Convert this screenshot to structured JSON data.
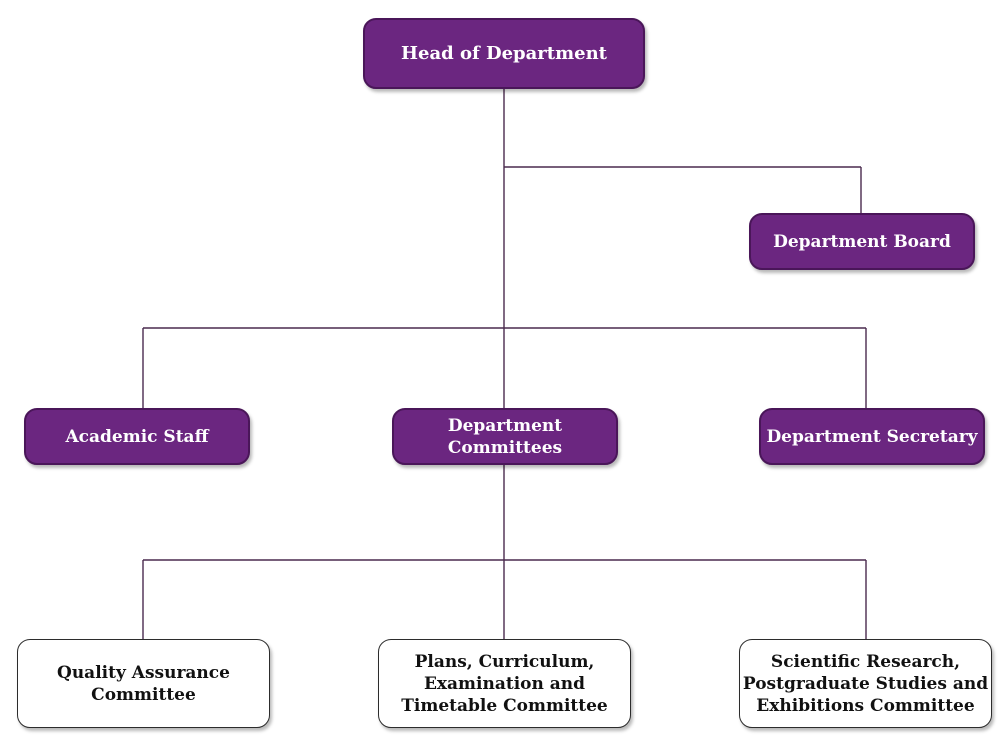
{
  "colors": {
    "node_fill": "#6b2680",
    "node_border": "#4a1659",
    "connector": "#4a2a4e",
    "outline_border": "#2c2c2c"
  },
  "nodes": {
    "head": "Head of Department",
    "board": "Department Board",
    "staff": "Academic Staff",
    "committees": "Department Committees",
    "secretary": "Department Secretary",
    "qa": "Quality Assurance\nCommittee",
    "plans": "Plans, Curriculum,\nExamination and\nTimetable Committee",
    "research": "Scientific Research,\nPostgraduate Studies and\nExhibitions Committee"
  },
  "edges": [
    [
      "head",
      "board"
    ],
    [
      "head",
      "staff"
    ],
    [
      "head",
      "committees"
    ],
    [
      "head",
      "secretary"
    ],
    [
      "committees",
      "qa"
    ],
    [
      "committees",
      "plans"
    ],
    [
      "committees",
      "research"
    ]
  ]
}
